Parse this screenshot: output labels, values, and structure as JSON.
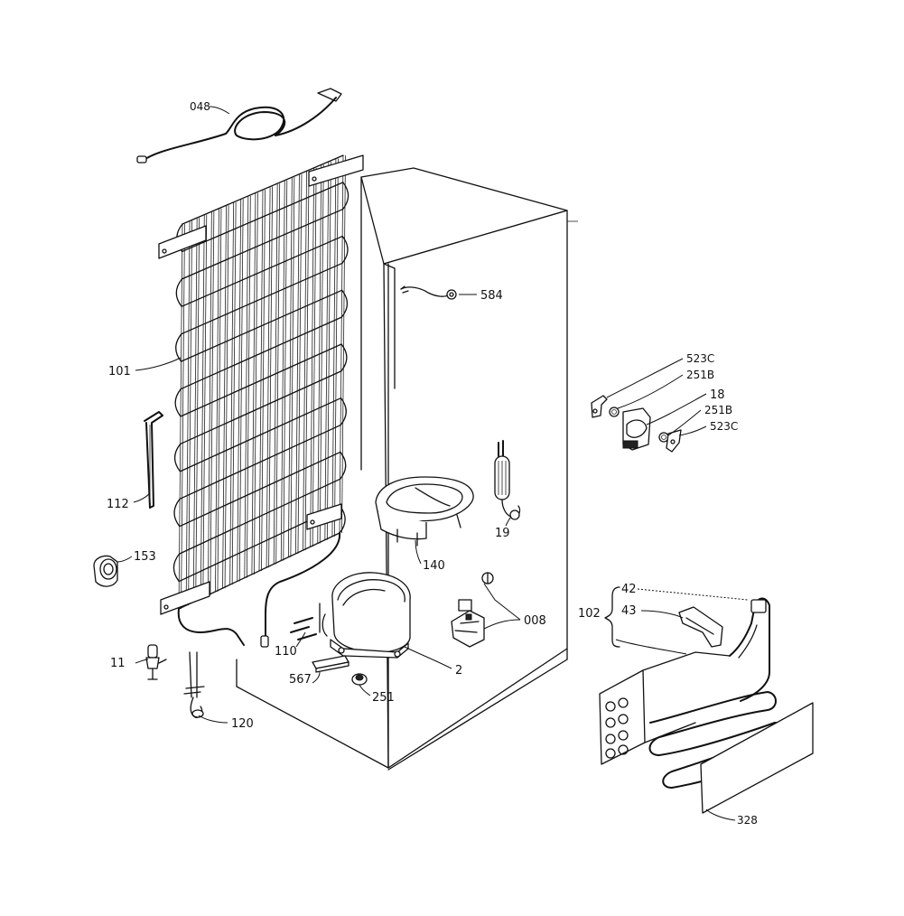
{
  "labels": {
    "p048": "048",
    "p584": "584",
    "p101": "101",
    "p112": "112",
    "p153": "153",
    "p140": "140",
    "p19": "19",
    "p523c_top": "523C",
    "p251b_top": "251B",
    "p18": "18",
    "p251b_bot": "251B",
    "p523c_bot": "523C",
    "p008": "008",
    "p110": "110",
    "p2": "2",
    "p567": "567",
    "p251": "251",
    "p11": "11",
    "p120": "120",
    "p42": "42",
    "p43": "43",
    "p102": "102",
    "p328": "328"
  }
}
